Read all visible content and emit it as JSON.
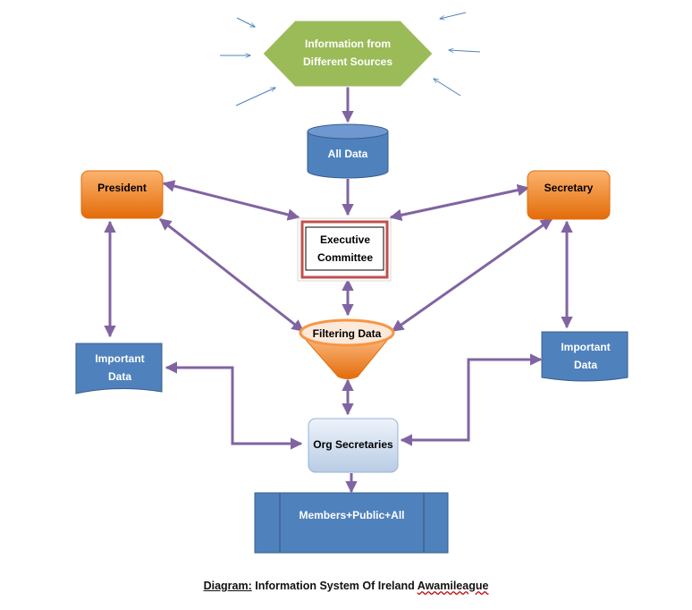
{
  "nodes": {
    "sources": "Information from Different Sources",
    "all_data": "All Data",
    "president": "President",
    "secretary": "Secretary",
    "executive": "Executive Committee",
    "filtering": "Filtering Data",
    "important_left": "Important Data",
    "important_right": "Important Data",
    "org_secretaries": "Org Secretaries",
    "members": "Members+Public+All"
  },
  "caption": {
    "prefix": "Diagram:",
    "body": "Information System Of Ireland",
    "last": "Awamileague"
  },
  "colors": {
    "hexagon": "#9bbb59",
    "blue": "#4f81bd",
    "orange": "#f79646",
    "arrow": "#8064a2",
    "exec_border": "#c0504d",
    "org_fill": "#dbe5f1"
  }
}
